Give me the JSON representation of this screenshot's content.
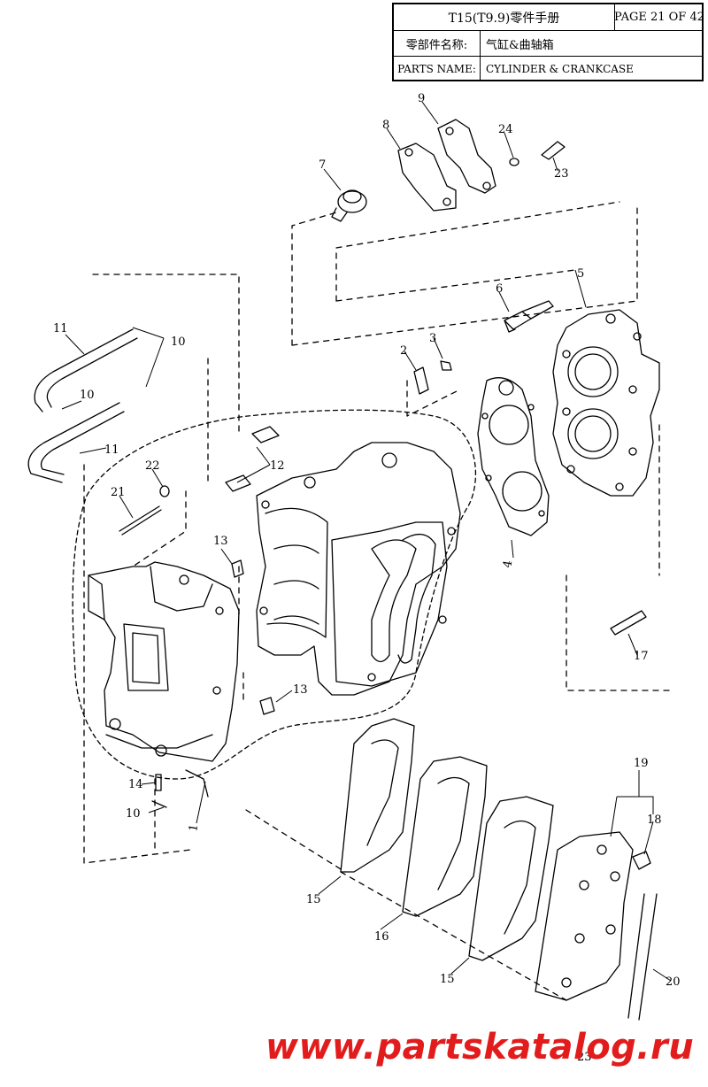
{
  "title_block": {
    "manual_title": "T15(T9.9)零件手册",
    "page": "PAGE 21 OF 42",
    "parts_name_cn_label": "零部件名称:",
    "parts_name_cn": "气缸&曲轴箱",
    "parts_name_en_label": "PARTS NAME:",
    "parts_name_en": "CYLINDER & CRANKCASE"
  },
  "callouts": [
    "1",
    "2",
    "3",
    "4",
    "5",
    "6",
    "7",
    "8",
    "9",
    "10",
    "10",
    "10",
    "11",
    "11",
    "12",
    "13",
    "13",
    "14",
    "15",
    "15",
    "16",
    "17",
    "18",
    "19",
    "20",
    "21",
    "22",
    "23",
    "23",
    "24"
  ],
  "watermark": "www.partskatalog.ru",
  "colors": {
    "line": "#000000",
    "watermark": "#e21c1c"
  }
}
